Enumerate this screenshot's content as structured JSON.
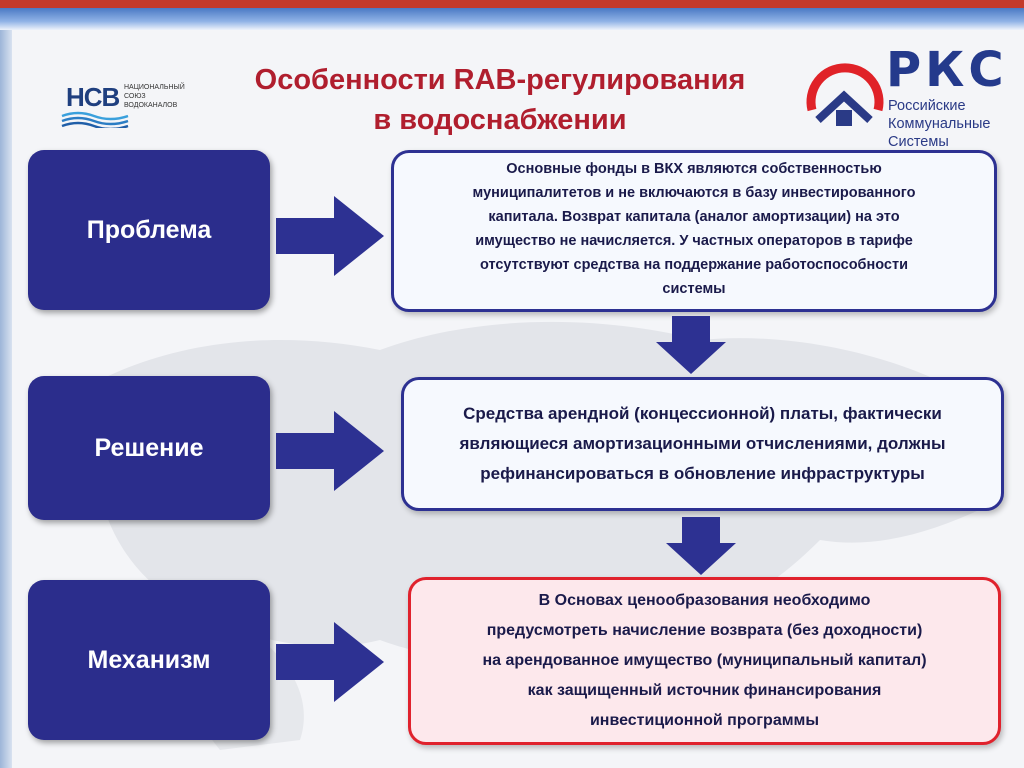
{
  "title": {
    "line1": "Особенности RAB-регулирования",
    "line2": "в водоснабжении"
  },
  "logos": {
    "ncb": {
      "abbr": "НСВ",
      "lines": [
        "НАЦИОНАЛЬНЫЙ",
        "СОЮЗ",
        "ВОДОКАНАЛОВ"
      ]
    },
    "rks": {
      "abbr": "РКС",
      "lines": [
        "Российские",
        "Коммунальные",
        "Системы"
      ]
    }
  },
  "rows": [
    {
      "label": "Проблема",
      "text_lines": [
        "Основные фонды в ВКХ являются собственностью",
        "муниципалитетов и не включаются в базу инвестированного",
        "капитала. Возврат капитала (аналог амортизации) на это",
        "имущество не начисляется. У частных операторов в тарифе",
        "отсутствуют средства на поддержание  работоспособности",
        "системы"
      ]
    },
    {
      "label": "Решение",
      "text_lines": [
        "Средства арендной (концессионной) платы, фактически",
        "являющиеся амортизационными отчислениями, должны",
        "рефинансироваться в обновление инфраструктуры"
      ]
    },
    {
      "label": "Механизм",
      "text_lines": [
        "В Основах ценообразования необходимо",
        "предусмотреть начисление возврата (без доходности)",
        "на арендованное имущество (муниципальный капитал)",
        "как защищенный источник финансирования",
        "инвестиционной программы"
      ]
    }
  ],
  "colors": {
    "label_bg": "#2b2d8c",
    "arrow": "#2d3192",
    "title": "#b01e2e",
    "highlight_border": "#e0222d",
    "highlight_bg": "#fde8ec"
  }
}
